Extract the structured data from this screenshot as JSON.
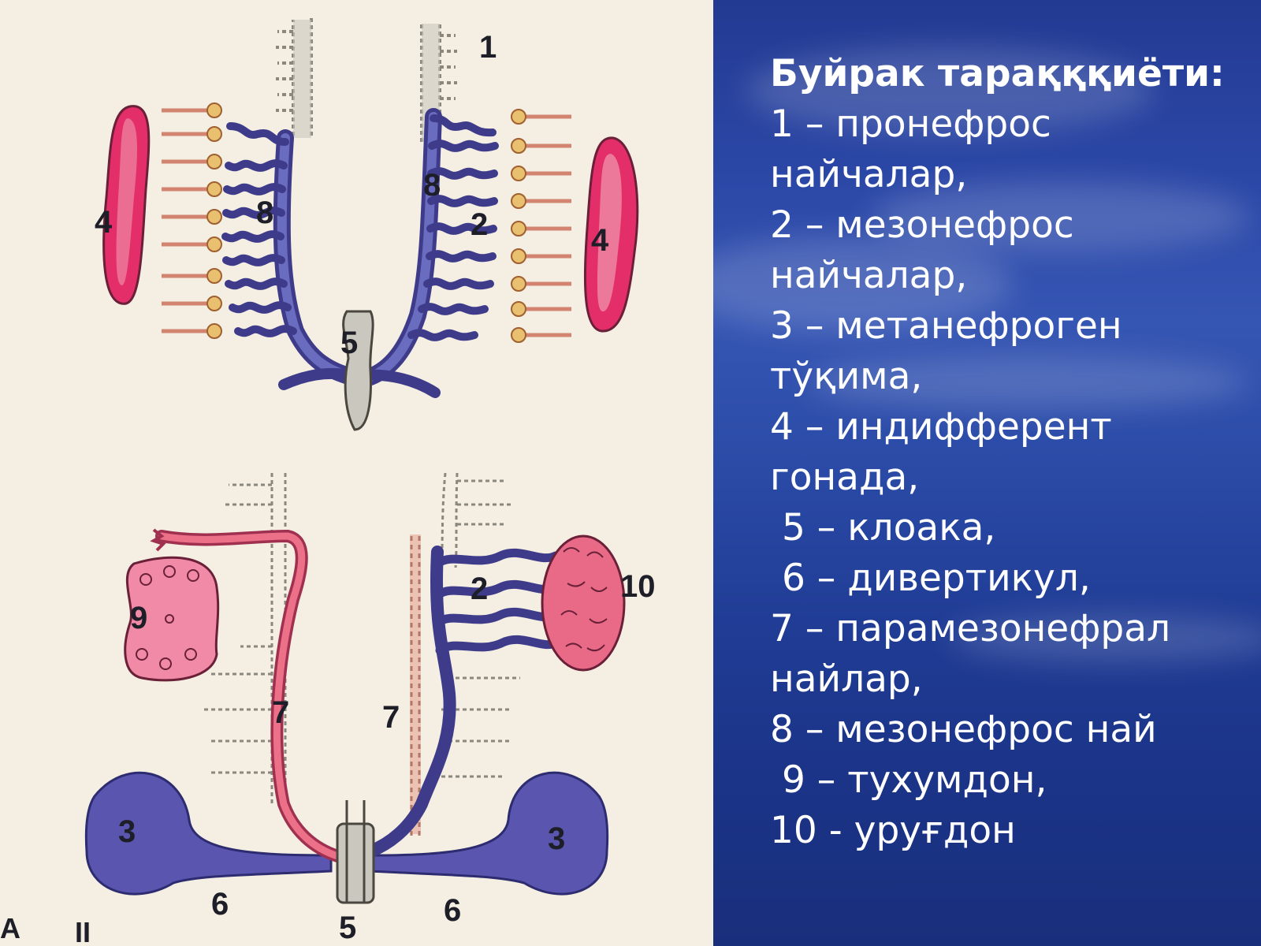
{
  "colors": {
    "paper": "#f4efe2",
    "duct_blue": "#4a4c9c",
    "duct_pink": "#e4607c",
    "gonad_pink": "#e42e6a",
    "gonad_light": "#f09aae",
    "grey_tube": "#cac7be",
    "bg_blue": "#2a4aa6",
    "text": "#ffffff"
  },
  "figure": {
    "labels": {
      "l1": "1",
      "l2a": "2",
      "l2b": "2",
      "l3a": "3",
      "l3b": "3",
      "l4a": "4",
      "l4b": "4",
      "l5a": "5",
      "l5b": "5",
      "l6a": "6",
      "l6b": "6",
      "l7a": "7",
      "l7b": "7",
      "l8a": "8",
      "l8b": "8",
      "l9": "9",
      "l10": "10",
      "lA": "A",
      "lII": "II"
    }
  },
  "legend": {
    "title": "Буйрак тарақққиёти:",
    "lines": [
      "1 – пронефрос",
      "найчалар,",
      "2 – мезонефрос",
      "найчалар,",
      "3 – метанефроген",
      "тўқима,",
      "4 – индифферент",
      "гонада,",
      " 5 – клоака,",
      " 6 – дивертикул,",
      "7 – парамезонефрал",
      "найлар,",
      "8 – мезонефрос най",
      " 9 – тухумдон,",
      "10 - уруғдон"
    ]
  }
}
